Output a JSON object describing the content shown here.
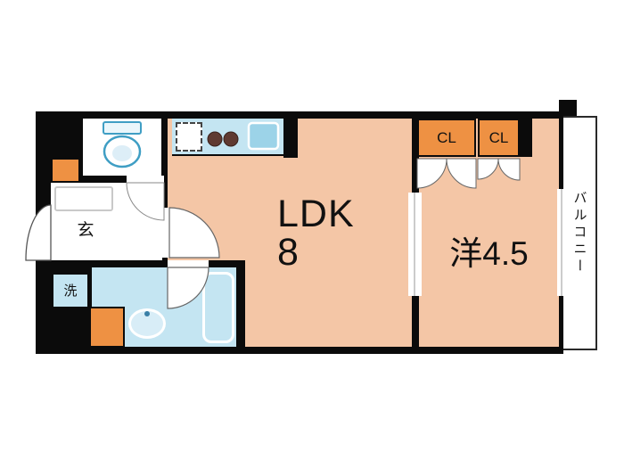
{
  "floorplan": {
    "labels": {
      "ldk": "LDK",
      "ldk_size": "8",
      "western_room": "洋4.5",
      "closet_1": "CL",
      "closet_2": "CL",
      "balcony": "バルコニー",
      "entrance": "玄",
      "laundry": "洗"
    },
    "colors": {
      "wall": "#0b0b0b",
      "room_fill": "#f4c6a6",
      "wet_fill": "#c4e5f2",
      "accent_fill": "#ee9143",
      "fixture_stroke": "#3f9ec4",
      "sink_fill": "#9cd3e8",
      "basin_fill": "#d8edf7"
    }
  }
}
